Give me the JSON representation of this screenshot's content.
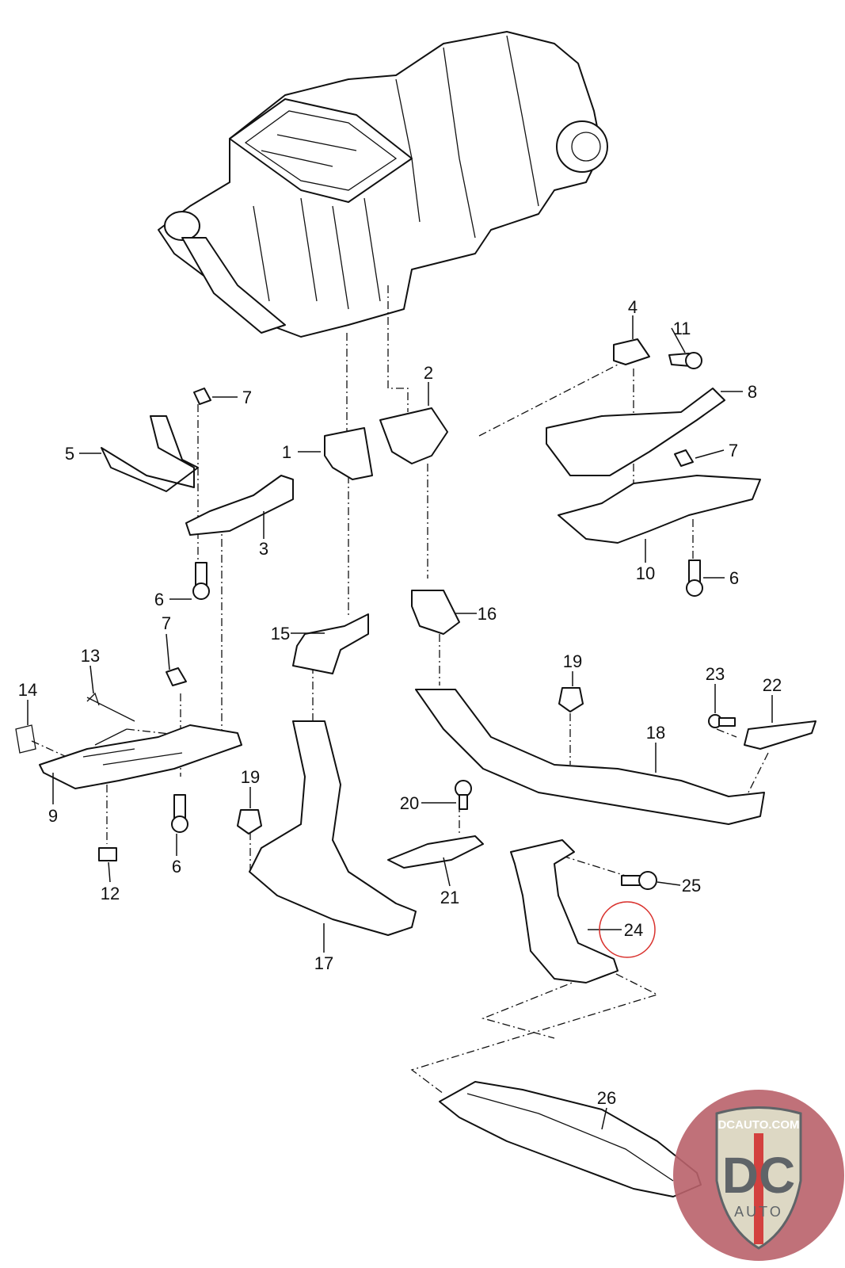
{
  "callouts": {
    "p1": "1",
    "p2": "2",
    "p3": "3",
    "p4": "4",
    "p5": "5",
    "p6a": "6",
    "p6b": "6",
    "p6c": "6",
    "p7a": "7",
    "p7b": "7",
    "p7c": "7",
    "p8": "8",
    "p9": "9",
    "p10": "10",
    "p11": "11",
    "p12": "12",
    "p13": "13",
    "p14": "14",
    "p15": "15",
    "p16": "16",
    "p17": "17",
    "p18": "18",
    "p19a": "19",
    "p19b": "19",
    "p20": "20",
    "p21": "21",
    "p22": "22",
    "p23": "23",
    "p24": "24",
    "p25": "25",
    "p26": "26"
  },
  "highlight": {
    "part": "24",
    "color": "#d9322e"
  },
  "logo": {
    "top_text": "DCAUTO.COM",
    "letters": "DC",
    "bottom_text": "AUTO",
    "bg_color": "#b9626a",
    "shield_color": "#ddd8c4",
    "letter_color": "#5f6468",
    "stripe_color": "#d3413f"
  }
}
